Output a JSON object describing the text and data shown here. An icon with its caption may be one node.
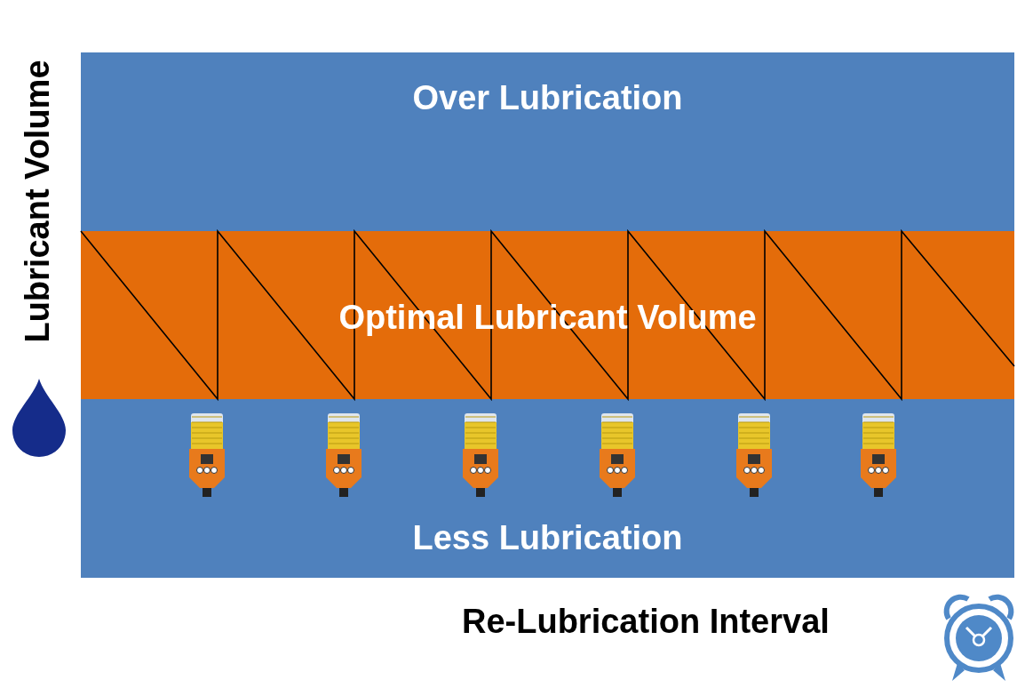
{
  "diagram": {
    "nodes": [
      {
        "text": [
          "Over Lubrication"
        ]
      },
      {
        "text": [
          "Optimal Lubricant Volume"
        ]
      },
      {
        "text": [
          "Less Lubrication"
        ]
      }
    ],
    "labels": [
      "Lubricant Volume",
      "Re-Lubrication Interval"
    ]
  }
}
